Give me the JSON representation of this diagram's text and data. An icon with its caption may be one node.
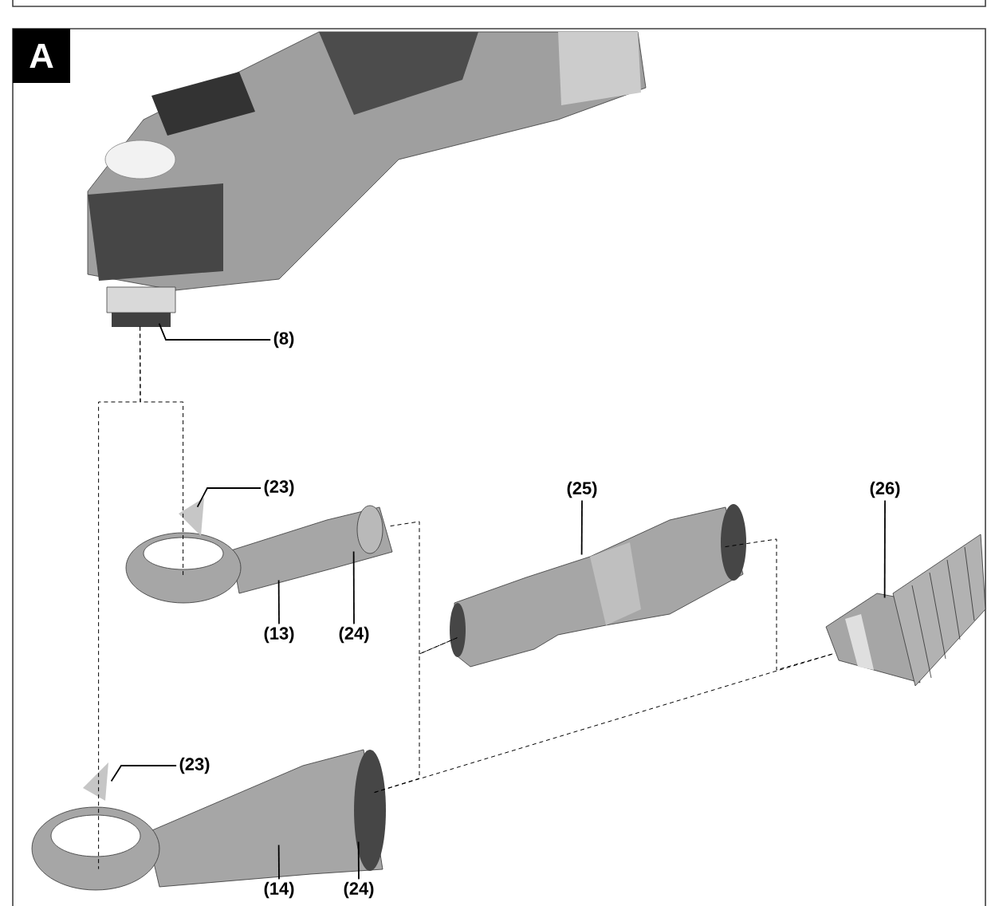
{
  "diagram": {
    "nodes": [
      {
        "text": [],
        "shape": "picture"
      },
      {
        "text": [
          "(8)"
        ]
      },
      {
        "text": [],
        "shape": "picture"
      },
      {
        "text": [
          "(23)"
        ]
      },
      {
        "text": [
          "(13)"
        ]
      },
      {
        "text": [
          "(24)"
        ]
      },
      {
        "text": [],
        "shape": "picture"
      },
      {
        "text": [
          "(25)"
        ]
      },
      {
        "text": [],
        "shape": "picture"
      },
      {
        "text": [
          "(26)"
        ]
      },
      {
        "text": [],
        "shape": "picture"
      },
      {
        "text": [
          "(23)"
        ]
      },
      {
        "text": [
          "(14)"
        ]
      },
      {
        "text": [
          "(24)"
        ]
      }
    ],
    "edges": [
      {
        "from": 1,
        "to": 0,
        "arrow": "none"
      },
      {
        "from": 3,
        "to": 2,
        "arrow": "none"
      },
      {
        "from": 4,
        "to": 2,
        "arrow": "none"
      },
      {
        "from": 5,
        "to": 2,
        "arrow": "none"
      },
      {
        "from": 7,
        "to": 6,
        "arrow": "none"
      },
      {
        "from": 9,
        "to": 8,
        "arrow": "none"
      },
      {
        "from": 11,
        "to": 10,
        "arrow": "none"
      },
      {
        "from": 12,
        "to": 10,
        "arrow": "none"
      },
      {
        "from": 13,
        "to": 10,
        "arrow": "none"
      },
      {
        "from": 0,
        "to": 2,
        "arrow": "none",
        "style": "dashed"
      },
      {
        "from": 0,
        "to": 10,
        "arrow": "none",
        "style": "dashed"
      },
      {
        "from": 2,
        "to": 6,
        "arrow": "none",
        "style": "dashed"
      },
      {
        "from": 10,
        "to": 6,
        "arrow": "none",
        "style": "dashed"
      },
      {
        "from": 6,
        "to": 8,
        "arrow": "none",
        "style": "dashed"
      },
      {
        "from": 10,
        "to": 8,
        "arrow": "none",
        "style": "dashed"
      }
    ],
    "labels": [
      "A"
    ]
  }
}
